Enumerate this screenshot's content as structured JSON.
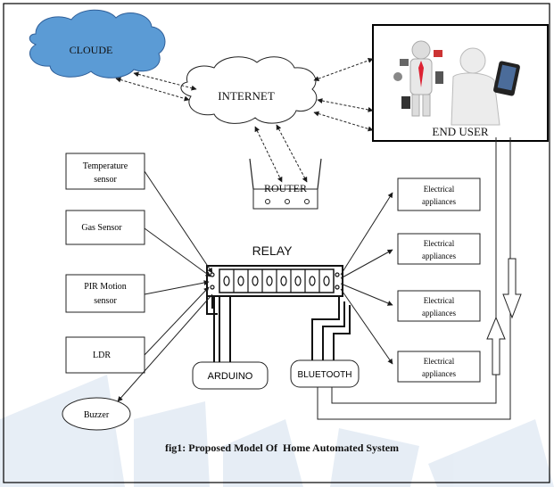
{
  "diagram": {
    "cloud_label": "CLOUDE",
    "internet_label": "INTERNET",
    "router_label": "ROUTER",
    "end_user_label": "END USER",
    "relay_label": "RELAY",
    "sensors": {
      "temperature": [
        "Temperature",
        "sensor"
      ],
      "gas": "Gas Sensor",
      "pir": [
        "PIR Motion",
        "sensor"
      ],
      "ldr": "LDR"
    },
    "buzzer_label": "Buzzer",
    "arduino_label": "ARDUINO",
    "bluetooth_label": "BLUETOOTH",
    "appliances": [
      [
        "Electrical",
        "appliances"
      ],
      [
        "Electrical",
        "appliances"
      ],
      [
        "Electrical",
        "appliances"
      ],
      [
        "Electrical",
        "appliances"
      ]
    ],
    "caption": "fig1: Proposed Model Of  Home Automated System"
  },
  "colors": {
    "cloud_fill": "#5b9bd5",
    "line": "#1a1a1a",
    "watermark": "#e6edf6",
    "figure_border": "#000000"
  }
}
